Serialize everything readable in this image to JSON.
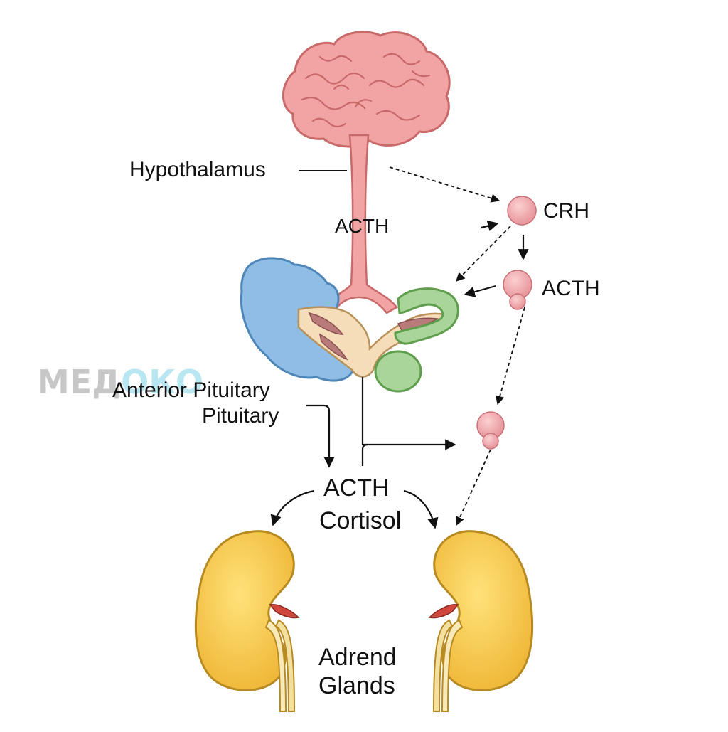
{
  "labels": {
    "hypothalamus": "Hypothalamus",
    "stalk_acth": "ACTH",
    "crh": "CRH",
    "acth_right": "ACTH",
    "anterior_pituitary": "Anterior Pituitary",
    "pituitary": "Pituitary",
    "acth_center": "ACTH",
    "cortisol": "Cortisol",
    "adrenal_line1": "Adrend",
    "adrenal_line2": "Glands"
  },
  "watermark": {
    "part1": "МЕД",
    "part2": "ОКО"
  },
  "colors": {
    "brain": "#f2a3a3",
    "brain_outline": "#c96a6a",
    "anterior_lobe": "#8fbde6",
    "posterior_lobe": "#a9d59a",
    "hormone": "#f0a7ab",
    "kidney": "#f4c64e",
    "kidney_outline": "#b78a22",
    "watermark_gray": "#9a9a9a",
    "watermark_teal": "#7fd3e6"
  }
}
